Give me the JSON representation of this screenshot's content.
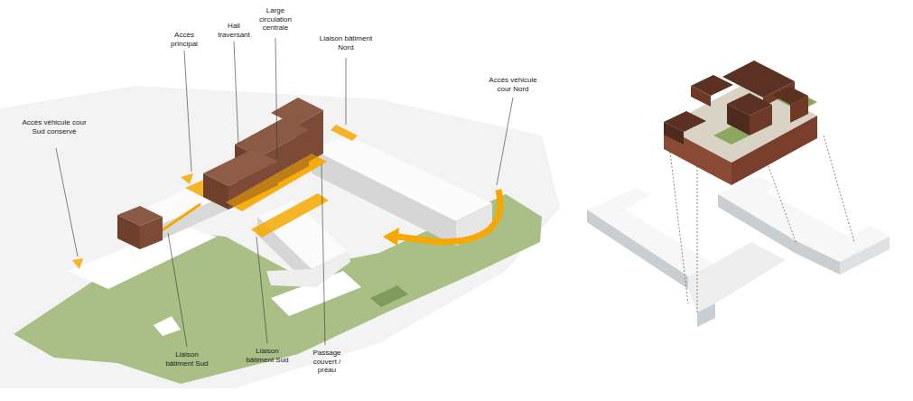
{
  "diagram": {
    "labels": [
      "Accès principal",
      "Hall traversant",
      "Large circulation centrale",
      "Liaison bâtiment Nord",
      "Accès véhicule cour Nord",
      "Accès véhicule cour Sud conservé",
      "Liaison bâtiment Sud",
      "Liaison bâtiment Sud",
      "Passage couvert / préau"
    ]
  }
}
